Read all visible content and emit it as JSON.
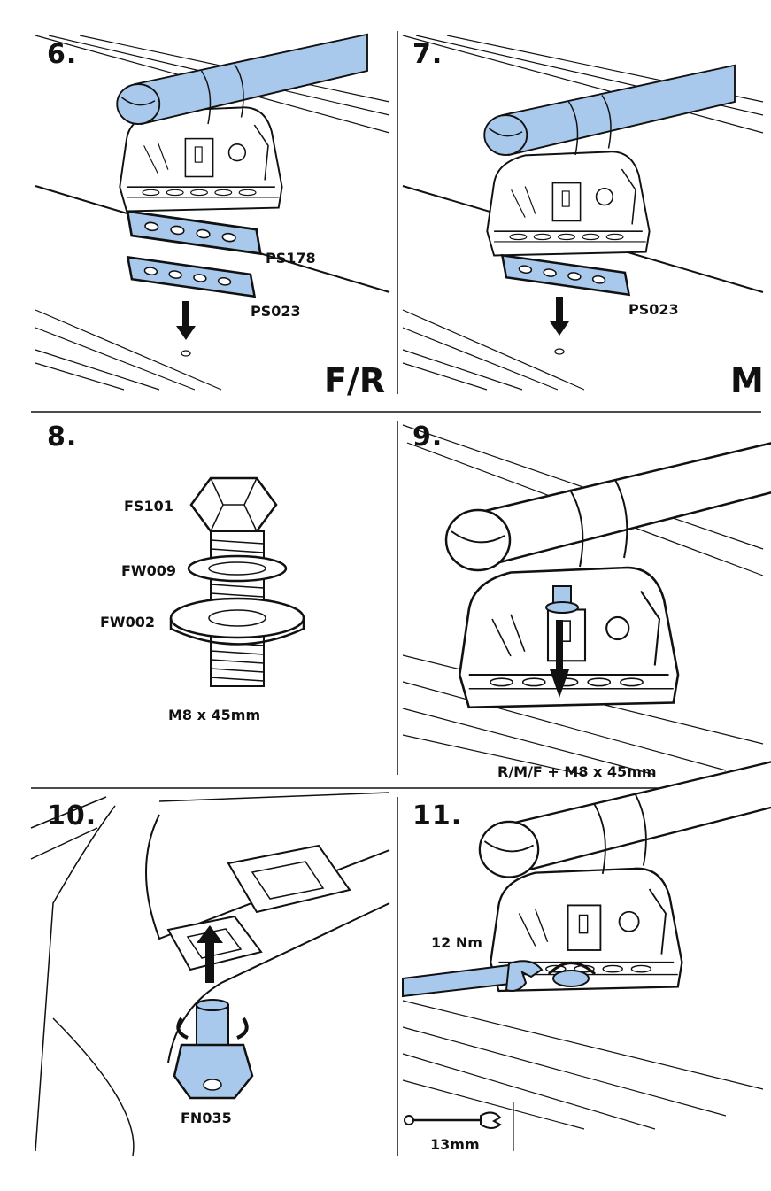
{
  "colors": {
    "part_fill": "#a9c9ec",
    "line": "#111111",
    "background": "#ffffff"
  },
  "steps": [
    {
      "number": "6.",
      "labels": [
        "PS178",
        "PS023"
      ],
      "variant": "F/R"
    },
    {
      "number": "7.",
      "labels": [
        "PS023"
      ],
      "variant": "M"
    },
    {
      "number": "8.",
      "labels": [
        "FS101",
        "FW009",
        "FW002",
        "M8 x 45mm"
      ]
    },
    {
      "number": "9.",
      "caption": "R/M/F + M8 x 45mm"
    },
    {
      "number": "10.",
      "labels": [
        "FN035"
      ]
    },
    {
      "number": "11.",
      "torque": "12 Nm",
      "tool_size": "13mm"
    }
  ]
}
